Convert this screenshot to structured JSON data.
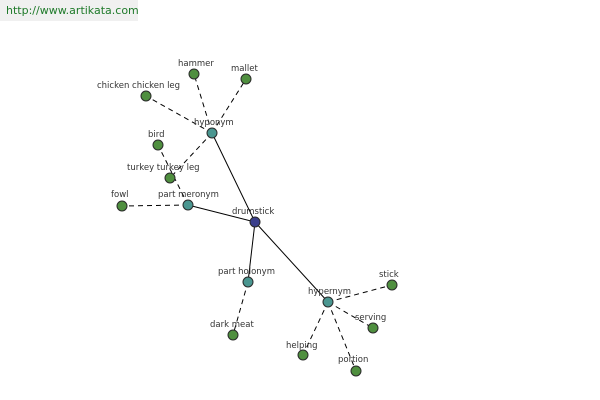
{
  "banner": {
    "url_text": "http://www.artikata.com"
  },
  "colors": {
    "center": "#3b3f8c",
    "relation": "#4a9690",
    "word": "#4f8f3f",
    "banner_text": "#1f7a2a",
    "banner_bg": "#f0f0f0"
  },
  "graph": {
    "nodes": [
      {
        "id": "drumstick",
        "label": "drumstick",
        "kind": "center"
      },
      {
        "id": "hyponym",
        "label": "hyponym",
        "kind": "relation"
      },
      {
        "id": "part-meronym",
        "label": "part meronym",
        "kind": "relation"
      },
      {
        "id": "part-holonym",
        "label": "part holonym",
        "kind": "relation"
      },
      {
        "id": "hypernym",
        "label": "hypernym",
        "kind": "relation"
      },
      {
        "id": "hammer",
        "label": "hammer",
        "kind": "word"
      },
      {
        "id": "mallet",
        "label": "mallet",
        "kind": "word"
      },
      {
        "id": "chicken-chicken-leg",
        "label": "chicken chicken leg",
        "kind": "word"
      },
      {
        "id": "bird",
        "label": "bird",
        "kind": "word"
      },
      {
        "id": "turkey-turkey-leg",
        "label": "turkey turkey leg",
        "kind": "word"
      },
      {
        "id": "fowl",
        "label": "fowl",
        "kind": "word"
      },
      {
        "id": "dark-meat",
        "label": "dark meat",
        "kind": "word"
      },
      {
        "id": "stick",
        "label": "stick",
        "kind": "word"
      },
      {
        "id": "serving",
        "label": "serving",
        "kind": "word"
      },
      {
        "id": "helping",
        "label": "helping",
        "kind": "word"
      },
      {
        "id": "portion",
        "label": "portion",
        "kind": "word"
      }
    ],
    "edges": [
      {
        "from": "drumstick",
        "to": "hyponym",
        "style": "solid"
      },
      {
        "from": "drumstick",
        "to": "part-meronym",
        "style": "solid"
      },
      {
        "from": "drumstick",
        "to": "part-holonym",
        "style": "solid"
      },
      {
        "from": "drumstick",
        "to": "hypernym",
        "style": "solid"
      },
      {
        "from": "hyponym",
        "to": "hammer",
        "style": "dashed"
      },
      {
        "from": "hyponym",
        "to": "mallet",
        "style": "dashed"
      },
      {
        "from": "hyponym",
        "to": "chicken-chicken-leg",
        "style": "dashed"
      },
      {
        "from": "hyponym",
        "to": "turkey-turkey-leg",
        "style": "dashed"
      },
      {
        "from": "part-meronym",
        "to": "fowl",
        "style": "dashed"
      },
      {
        "from": "part-meronym",
        "to": "bird",
        "style": "dashed"
      },
      {
        "from": "part-holonym",
        "to": "dark-meat",
        "style": "dashed"
      },
      {
        "from": "hypernym",
        "to": "stick",
        "style": "dashed"
      },
      {
        "from": "hypernym",
        "to": "serving",
        "style": "dashed"
      },
      {
        "from": "hypernym",
        "to": "helping",
        "style": "dashed"
      },
      {
        "from": "hypernym",
        "to": "portion",
        "style": "dashed"
      }
    ]
  }
}
